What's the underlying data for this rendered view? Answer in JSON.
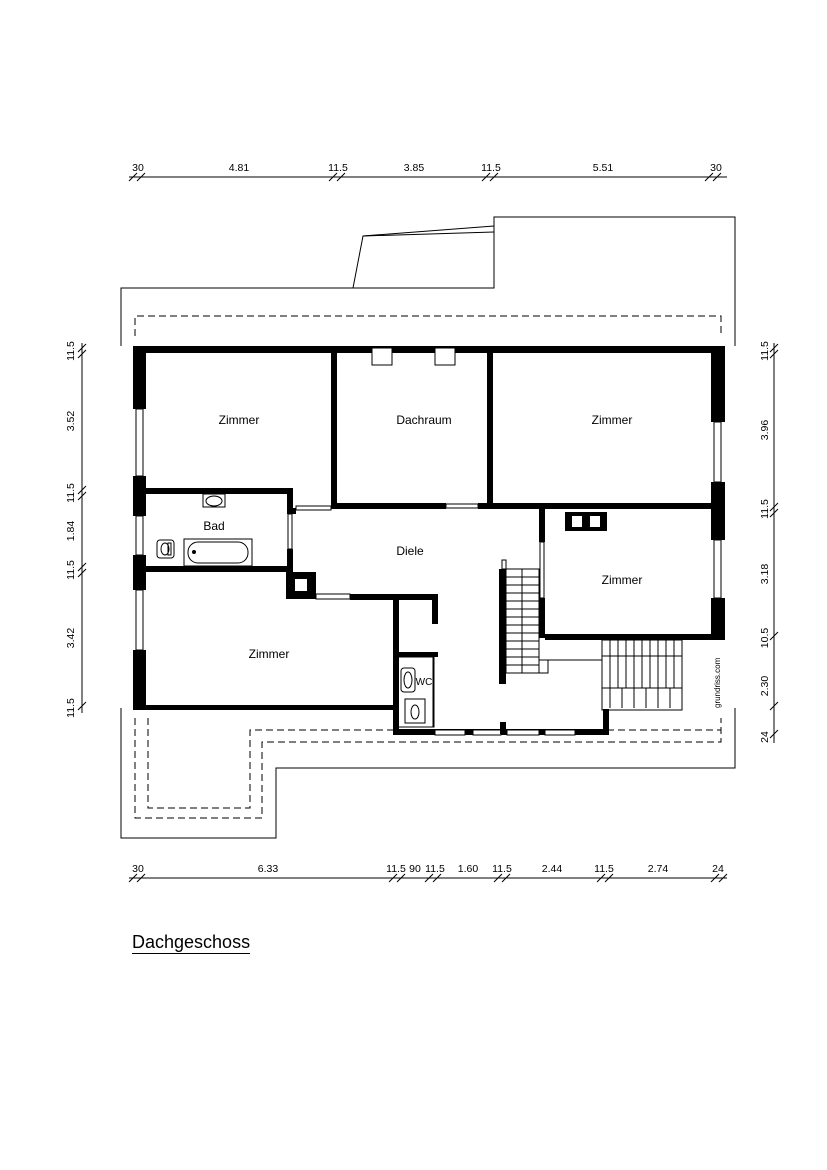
{
  "title": "Dachgeschoss",
  "watermark": "grundriss.com",
  "rooms": {
    "zimmer_nw": "Zimmer",
    "dachraum": "Dachraum",
    "zimmer_ne": "Zimmer",
    "bad": "Bad",
    "diele": "Diele",
    "zimmer_e": "Zimmer",
    "zimmer_sw": "Zimmer",
    "wc": "WC"
  },
  "dimensions": {
    "top": [
      "30",
      "4.81",
      "11.5",
      "3.85",
      "11.5",
      "5.51",
      "30"
    ],
    "bottom": [
      "30",
      "6.33",
      "11.5",
      "90",
      "11.5",
      "1.60",
      "11.5",
      "2.44",
      "11.5",
      "2.74",
      "24"
    ],
    "left": [
      "11.5",
      "3.52",
      "11.5",
      "1.84",
      "11.5",
      "3.42",
      "11.5"
    ],
    "right": [
      "11.5",
      "3.96",
      "11.5",
      "3.18",
      "10.5",
      "2.30",
      "24"
    ]
  },
  "colors": {
    "ink": "#000000",
    "paper": "#ffffff"
  }
}
